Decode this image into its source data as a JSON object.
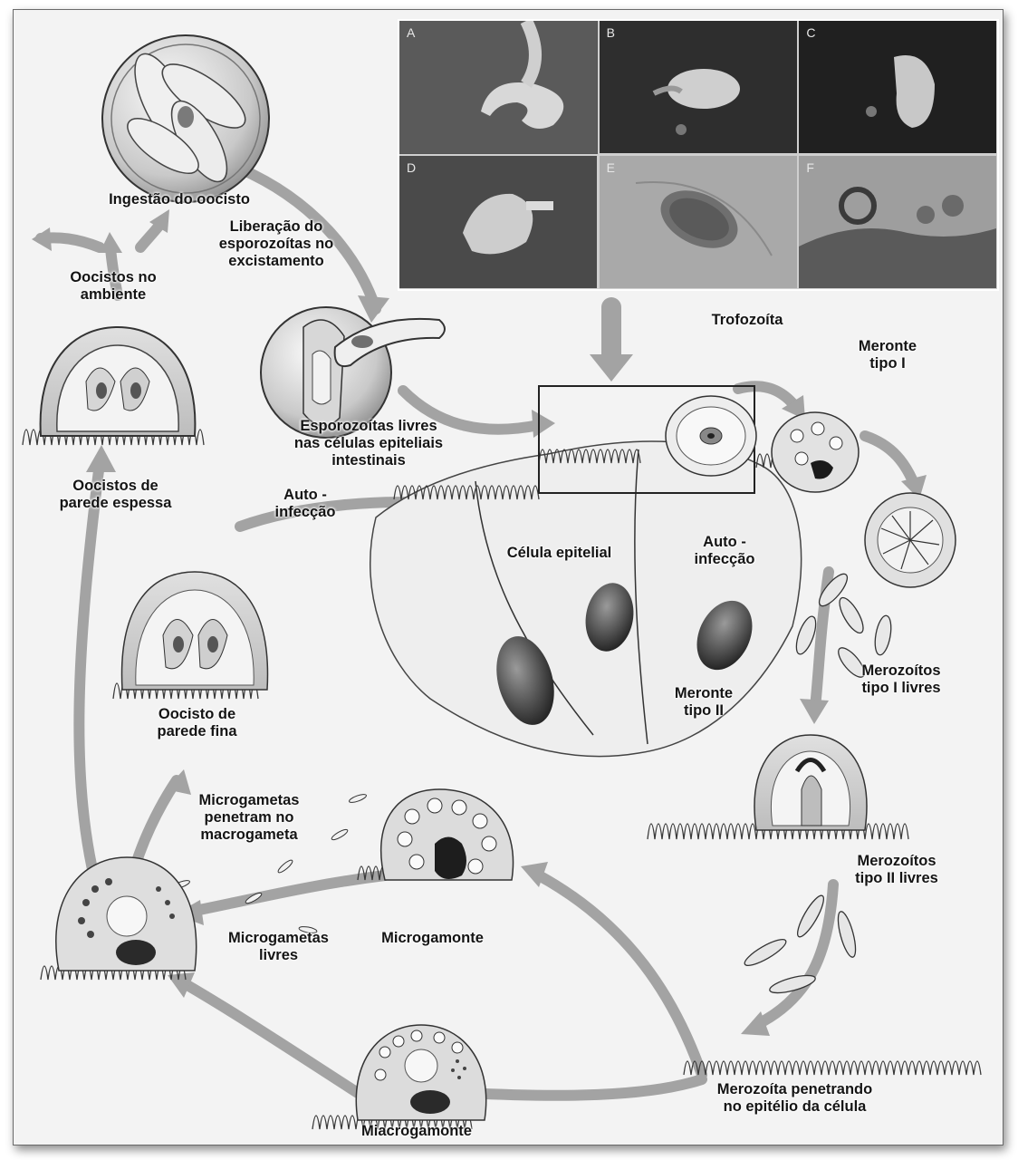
{
  "panels": [
    "A",
    "B",
    "C",
    "D",
    "E",
    "F"
  ],
  "labels": {
    "ingestao": "Ingestão do oocisto",
    "liberacao": "Liberação do\nesporozoítas no\nexcistamento",
    "oocistos_ambiente": "Oocistos no\nambiente",
    "esporozoitas_livres": "Esporozoítas livres\nnas células epiteliais\nintestinais",
    "oocistos_parede_espessa": "Oocistos de\nparede  espessa",
    "auto_infeccao_left": "Auto -\ninfecção",
    "trofozoita": "Trofozoíta",
    "meronte_tipo1": "Meronte\ntipo I",
    "celula_epitelial": "Célula epitelial",
    "auto_infeccao_center": "Auto -\ninfecção",
    "merozoitos_tipo1": "Merozoítos\ntipo I livres",
    "meronte_tipo2": "Meronte\ntipo II",
    "oocisto_parede_fina": "Oocisto de\nparede fina",
    "microgametas_penetram": "Microgametas\npenetram no\nmacrogameta",
    "merozoitos_tipo2": "Merozoítos\ntipo II livres",
    "microgametas_livres": "Microgametas\nlivres",
    "microgamonte": "Microgamonte",
    "merozoita_penetrando": "Merozoíta penetrando\nno epitélio da célula",
    "miacrogamonte": "Miacrogamonte"
  },
  "colors": {
    "arrow": "#9a9a9a",
    "ink": "#222222",
    "cell": "#e6e6e6"
  }
}
